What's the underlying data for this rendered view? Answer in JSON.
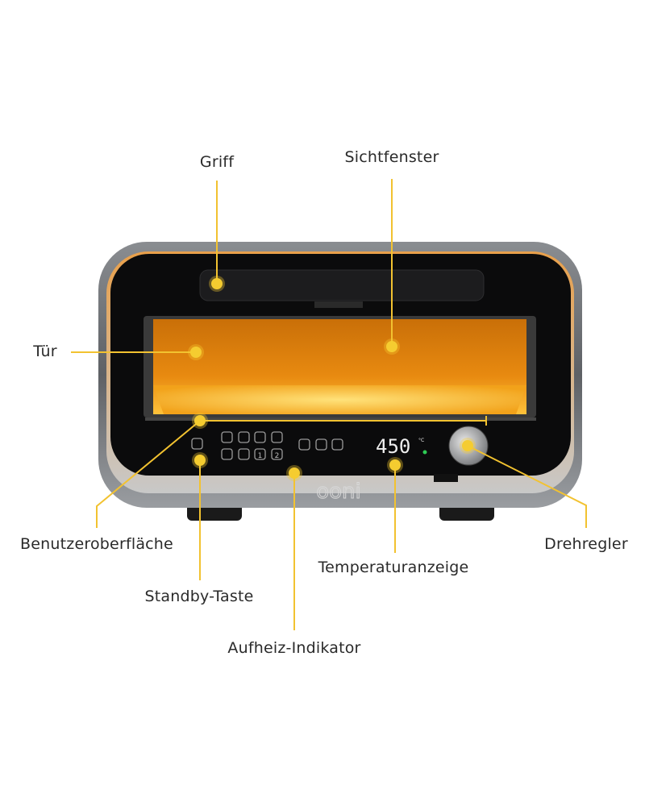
{
  "labels": {
    "griff": "Griff",
    "sichtfenster": "Sichtfenster",
    "tuer": "Tür",
    "benutzeroberflaeche": "Benutzeroberfläche",
    "standby": "Standby-Taste",
    "aufheiz": "Aufheiz-Indikator",
    "temperatur": "Temperaturanzeige",
    "drehregler": "Drehregler"
  },
  "display": {
    "temperature": "450",
    "unit": "°C"
  },
  "panel_buttons": {
    "preset_1": "1",
    "preset_2": "2"
  },
  "brand": "ooni",
  "colors": {
    "accent": "#f2c230",
    "glow": "#ffae1a",
    "body": "#6c6f73",
    "face": "#0b0b0c"
  }
}
